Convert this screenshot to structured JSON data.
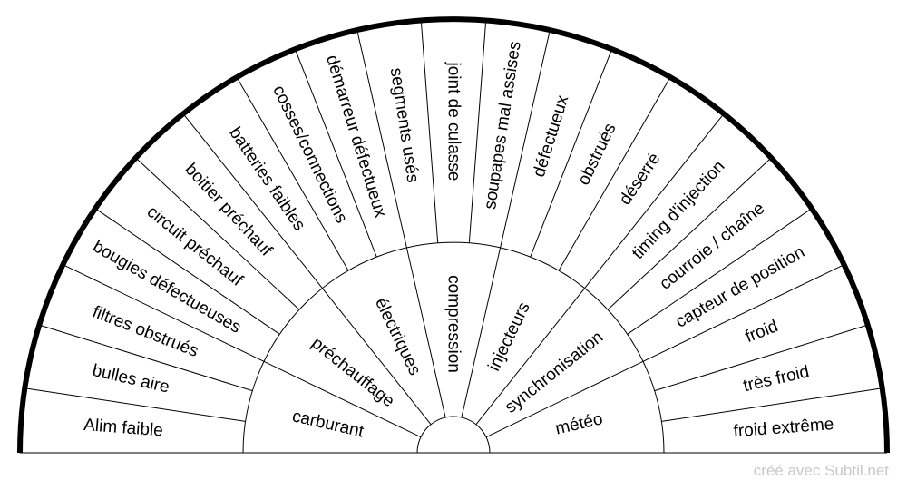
{
  "categories": [
    {
      "label": "carburant",
      "items": [
        "Alim faible",
        "bulles aire",
        "filtres obstrués"
      ]
    },
    {
      "label": "préchauffage",
      "items": [
        "bougies défectueuses",
        "circuit préchauf",
        "boitier préchauf"
      ]
    },
    {
      "label": "électriques",
      "items": [
        "batteries faibles",
        "cosses/connections",
        "démarreur défectueux"
      ]
    },
    {
      "label": "compression",
      "items": [
        "segments usés",
        "joint de culasse",
        "soupapes mal assises"
      ]
    },
    {
      "label": "injecteurs",
      "items": [
        "défectueux",
        "obstrués",
        "déserré"
      ]
    },
    {
      "label": "synchronisation",
      "items": [
        "timing d'injection",
        "courroie / chaîne",
        "capteur de position"
      ]
    },
    {
      "label": "météo",
      "items": [
        "froid",
        "très froid",
        "froid extrême"
      ]
    }
  ],
  "credit": "créé avec Subtil.net"
}
